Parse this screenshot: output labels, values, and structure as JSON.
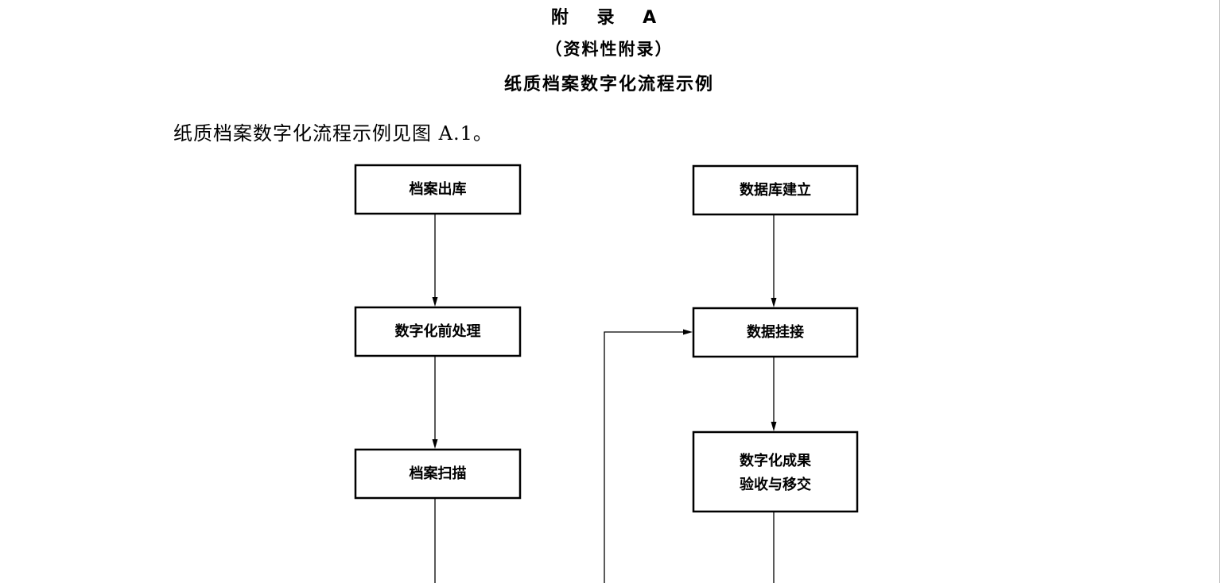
{
  "appendix": {
    "label": "附 录 A",
    "type": "（资料性附录）",
    "title": "纸质档案数字化流程示例"
  },
  "intro_text": "纸质档案数字化流程示例见图 A.1。",
  "flowchart": {
    "left_column": [
      {
        "id": "out",
        "label": "档案出库"
      },
      {
        "id": "pre",
        "label": "数字化前处理"
      },
      {
        "id": "scan",
        "label": "档案扫描"
      }
    ],
    "right_column": [
      {
        "id": "db",
        "label": "数据库建立"
      },
      {
        "id": "link",
        "label": "数据挂接"
      },
      {
        "id": "accept",
        "lines": [
          "数字化成果",
          "验收与移交"
        ]
      }
    ]
  }
}
